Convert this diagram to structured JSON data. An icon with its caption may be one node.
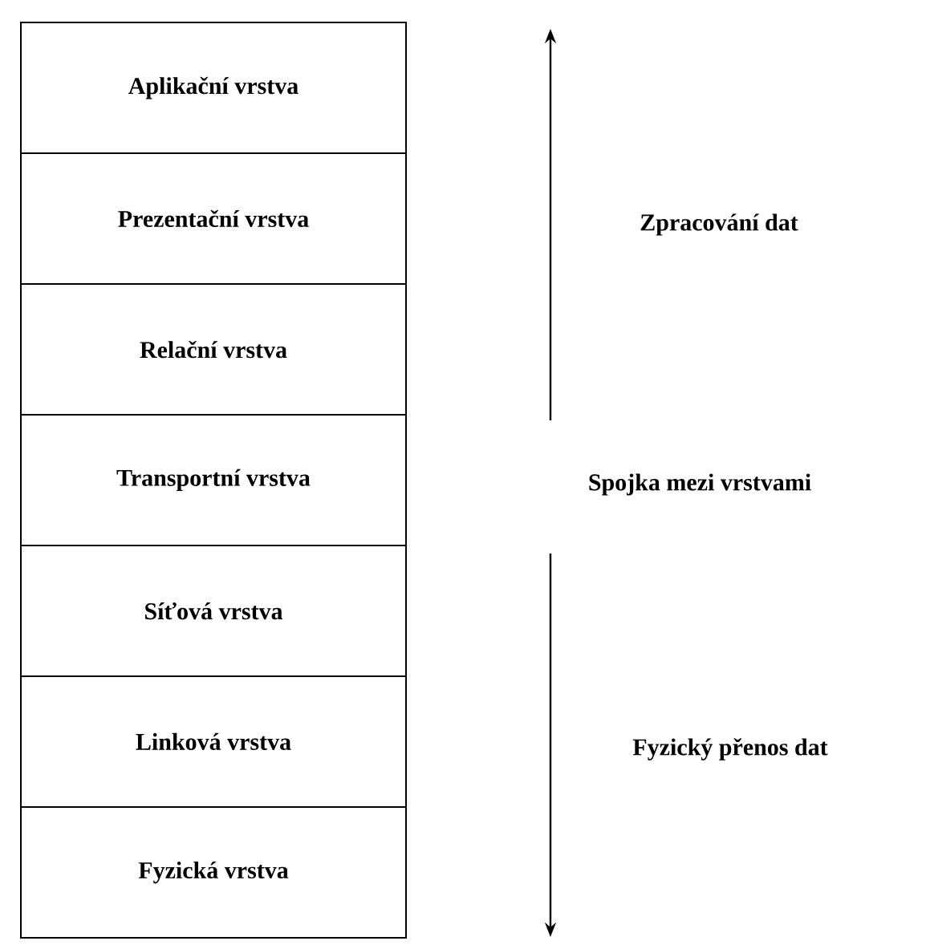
{
  "diagram": {
    "nodes": [
      {
        "text": [
          "Aplikační vrstva"
        ]
      },
      {
        "text": [
          "Prezentační vrstva"
        ]
      },
      {
        "text": [
          "Relační vrstva"
        ]
      },
      {
        "text": [
          "Transportní vrstva"
        ]
      },
      {
        "text": [
          "Síťová vrstva"
        ]
      },
      {
        "text": [
          "Linková vrstva"
        ]
      },
      {
        "text": [
          "Fyzická vrstva"
        ]
      }
    ],
    "labels": [
      "Zpracování dat",
      "Spojka mezi vrstvami",
      "Fyzický přenos dat"
    ]
  }
}
